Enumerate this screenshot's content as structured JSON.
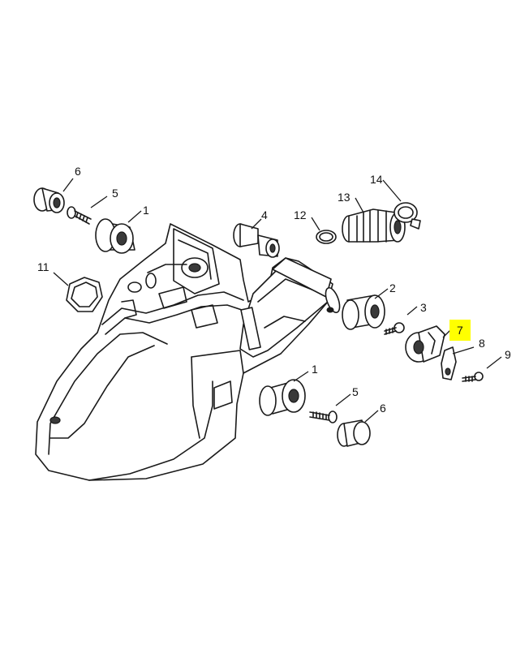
{
  "highlight_color": "#ffff00",
  "callouts": {
    "c6_top": "6",
    "c5_top": "5",
    "c1_top": "1",
    "c4": "4",
    "c12": "12",
    "c13": "13",
    "c14": "14",
    "c11": "11",
    "c2": "2",
    "c3": "3",
    "c7": "7",
    "c8": "8",
    "c9": "9",
    "c1_bottom": "1",
    "c5_bottom": "5",
    "c6_bottom": "6"
  }
}
